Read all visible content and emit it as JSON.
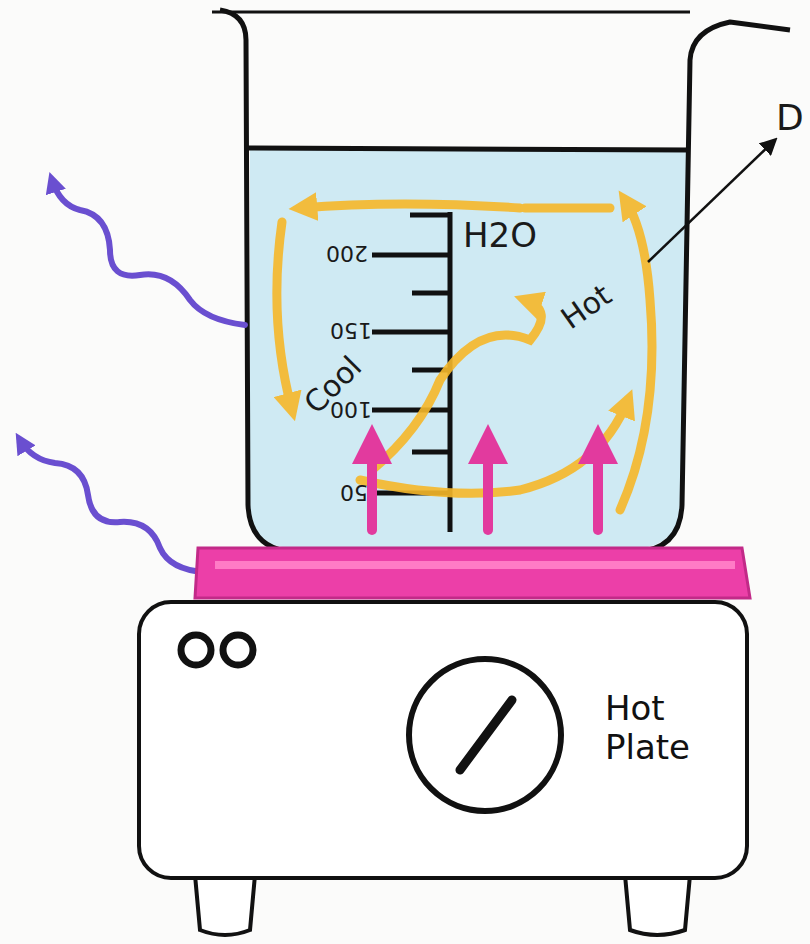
{
  "diagram": {
    "nodes": [
      {
        "text": [
          "Hot Plate"
        ]
      }
    ],
    "labels": [
      "D",
      "H2O",
      "Hot",
      "Cool",
      "200",
      "150",
      "100",
      "50"
    ]
  }
}
